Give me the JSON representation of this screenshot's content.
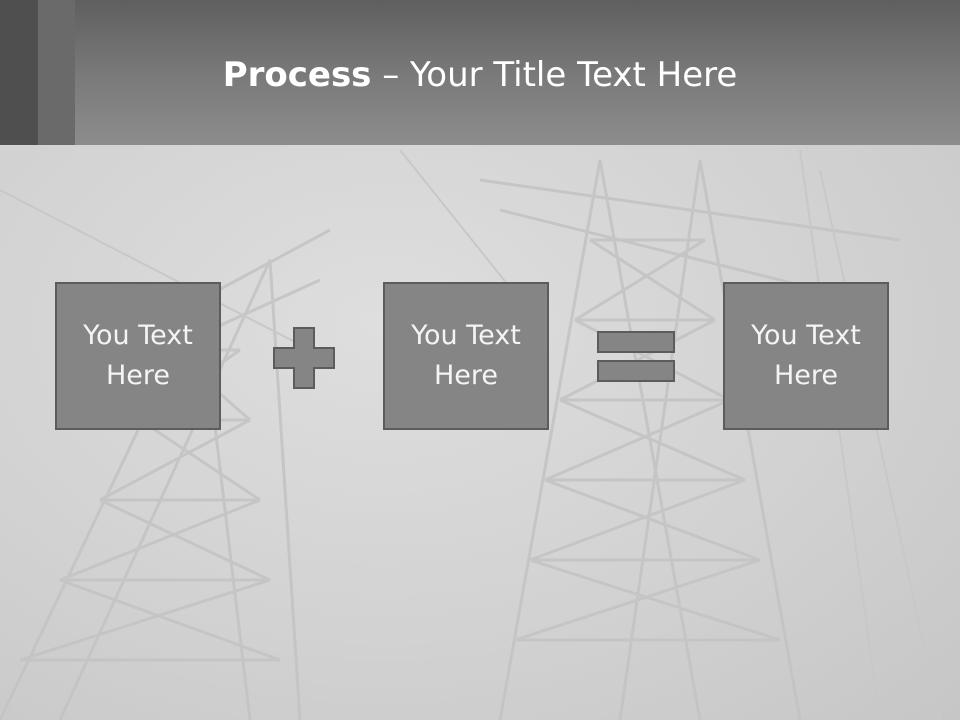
{
  "title": {
    "bold": "Process",
    "rest": " – Your Title Text Here"
  },
  "boxes": [
    {
      "line1": "You Text",
      "line2": "Here"
    },
    {
      "line1": "You Text",
      "line2": "Here"
    },
    {
      "line1": "You Text",
      "line2": "Here"
    }
  ],
  "operators": {
    "first": "plus-icon",
    "second": "equals-icon"
  },
  "colors": {
    "header": "#7b7b7b",
    "box": "#858585",
    "border": "#5c5c5c",
    "text": "#ffffff"
  }
}
